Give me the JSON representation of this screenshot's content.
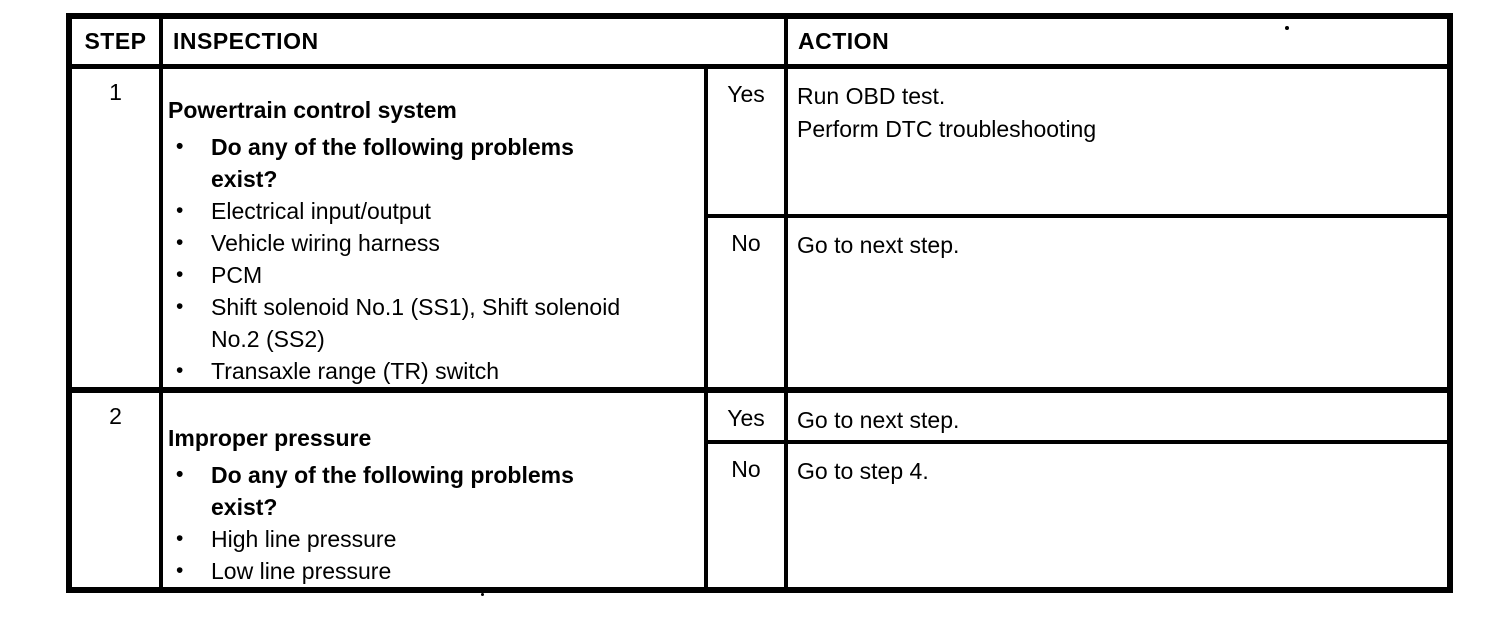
{
  "icons": {
    "bullet": "•"
  },
  "table": {
    "headers": {
      "step": "STEP",
      "inspection": "INSPECTION",
      "action": "ACTION"
    },
    "rows": [
      {
        "step": "1",
        "title": "Powertrain control system",
        "bullets": [
          {
            "text": "Do any of the following problems exist?",
            "bold": true
          },
          {
            "text": "Electrical input/output",
            "bold": false
          },
          {
            "text": "Vehicle wiring harness",
            "bold": false
          },
          {
            "text": "PCM",
            "bold": false
          },
          {
            "text": "Shift solenoid No.1 (SS1), Shift solenoid No.2 (SS2)",
            "bold": false
          },
          {
            "text": "Transaxle range (TR) switch",
            "bold": false
          }
        ],
        "branches": [
          {
            "answer": "Yes",
            "action_lines": [
              "Run OBD test.",
              "Perform DTC troubleshooting"
            ]
          },
          {
            "answer": "No",
            "action_lines": [
              "Go to next step."
            ]
          }
        ]
      },
      {
        "step": "2",
        "title": "Improper pressure",
        "bullets": [
          {
            "text": "Do any of the following problems exist?",
            "bold": true
          },
          {
            "text": "High line pressure",
            "bold": false
          },
          {
            "text": "Low line pressure",
            "bold": false
          }
        ],
        "branches": [
          {
            "answer": "Yes",
            "action_lines": [
              "Go to next step."
            ]
          },
          {
            "answer": "No",
            "action_lines": [
              "Go to step 4."
            ]
          }
        ]
      }
    ]
  }
}
